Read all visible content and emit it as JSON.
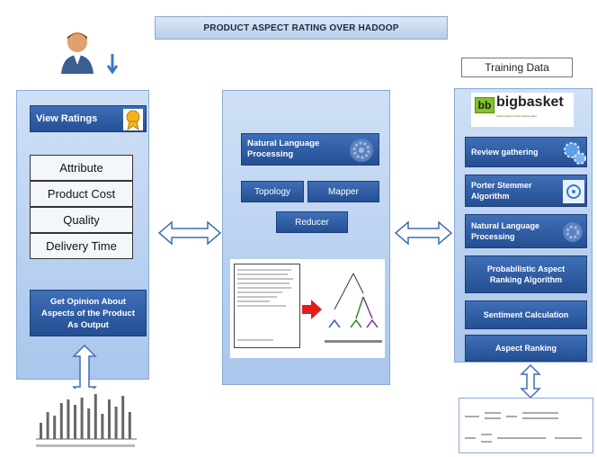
{
  "title": "PRODUCT ASPECT RATING OVER HADOOP",
  "training_data": "Training Data",
  "left": {
    "view_ratings": "View Ratings",
    "attributes": [
      "Attribute",
      "Product Cost",
      "Quality",
      "Delivery Time"
    ],
    "output_label": "Get Opinion About Aspects of the Product As Output"
  },
  "center": {
    "nlp": "Natural Language Processing",
    "topology": "Topology",
    "mapper": "Mapper",
    "reducer": "Reducer"
  },
  "right": {
    "logo": "bigbasket",
    "logo_badge": "bb",
    "logo_tagline": "India's largest online supermarket",
    "steps": [
      "Review gathering",
      "Porter Stemmer Algorithm",
      "Natural Language Processing",
      "Probabilistic Aspect Ranking Algorithm",
      "Sentiment Calculation",
      "Aspect Ranking"
    ]
  },
  "colors": {
    "panel": "#b9d1f0",
    "button": "#2d5ba3",
    "arrow": "#ffffff",
    "red_arrow": "#e11d1d"
  }
}
